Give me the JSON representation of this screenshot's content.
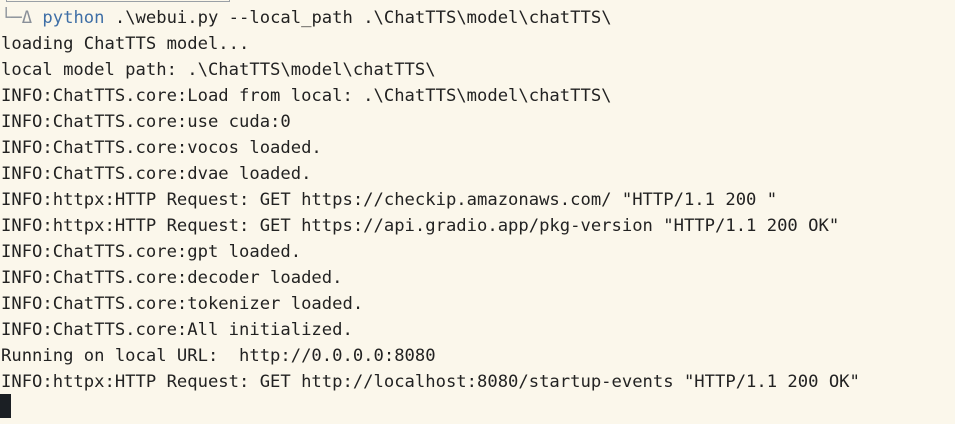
{
  "terminal": {
    "prompt": {
      "tree_glyph": "└─Δ",
      "command": "python",
      "args": " .\\webui.py --local_path .\\ChatTTS\\model\\chatTTS\\"
    },
    "lines": [
      "loading ChatTTS model...",
      "local model path: .\\ChatTTS\\model\\chatTTS\\",
      "INFO:ChatTTS.core:Load from local: .\\ChatTTS\\model\\chatTTS\\",
      "INFO:ChatTTS.core:use cuda:0",
      "INFO:ChatTTS.core:vocos loaded.",
      "INFO:ChatTTS.core:dvae loaded.",
      "INFO:httpx:HTTP Request: GET https://checkip.amazonaws.com/ \"HTTP/1.1 200 \"",
      "INFO:httpx:HTTP Request: GET https://api.gradio.app/pkg-version \"HTTP/1.1 200 OK\"",
      "INFO:ChatTTS.core:gpt loaded.",
      "INFO:ChatTTS.core:decoder loaded.",
      "INFO:ChatTTS.core:tokenizer loaded.",
      "INFO:ChatTTS.core:All initialized.",
      "Running on local URL:  http://0.0.0.0:8080",
      "INFO:httpx:HTTP Request: GET http://localhost:8080/startup-events \"HTTP/1.1 200 OK\""
    ]
  },
  "colors": {
    "background": "#fbf7eb",
    "text": "#222222",
    "prompt_tree": "#8a9099",
    "prompt_command": "#3f6fa6",
    "cursor": "#1b1f24"
  }
}
